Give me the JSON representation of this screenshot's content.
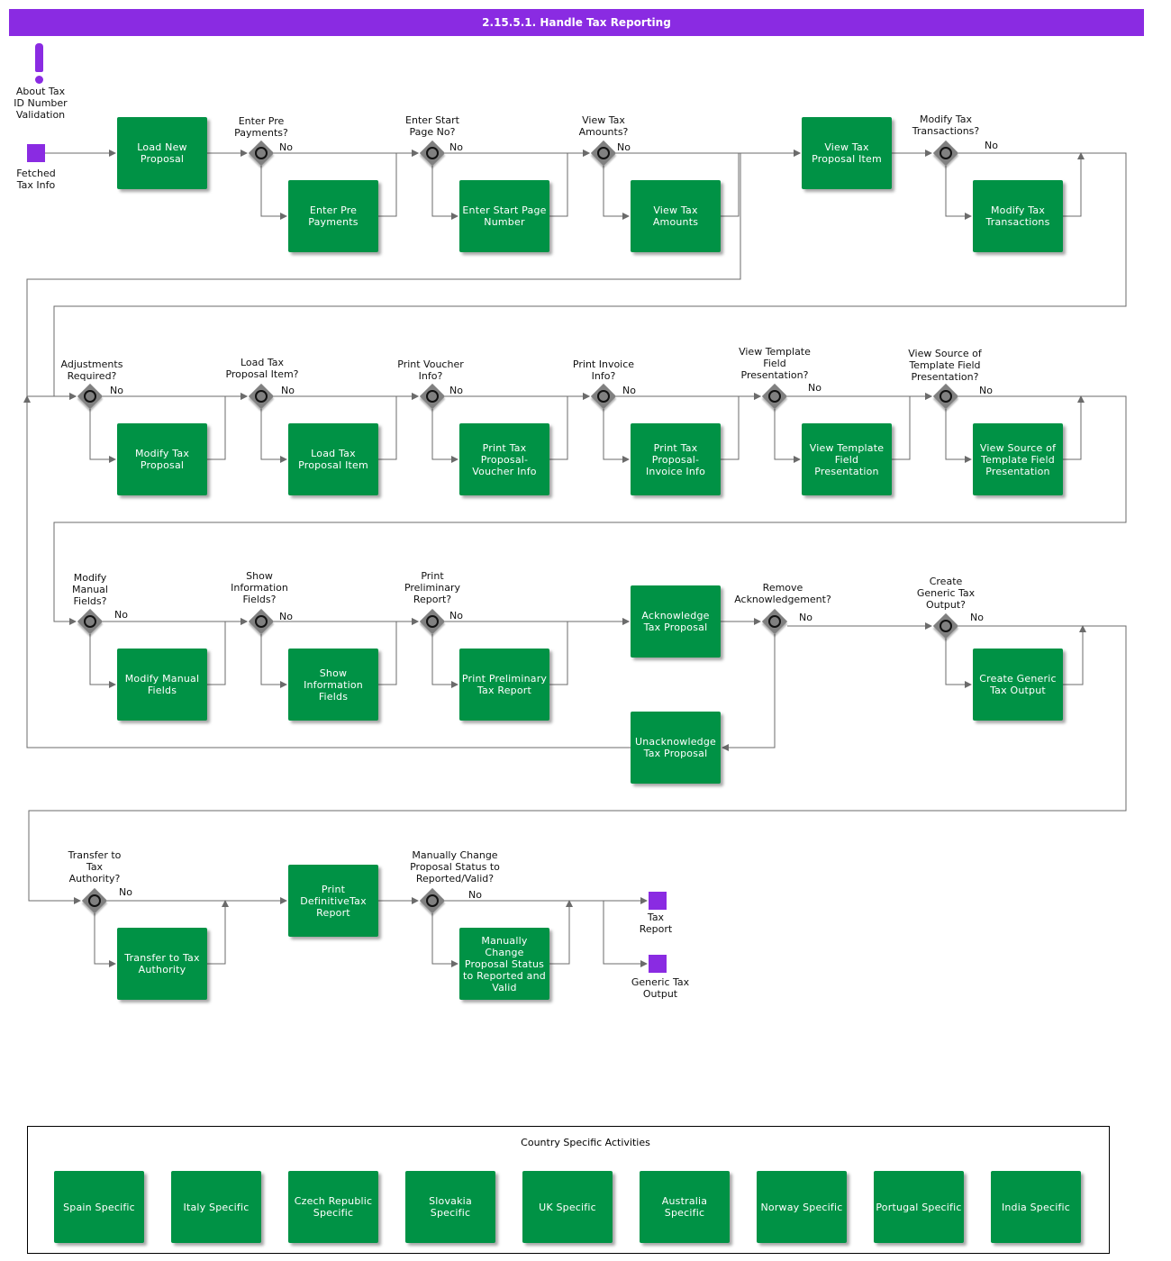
{
  "title": "2.15.5.1. Handle Tax Reporting",
  "colors": {
    "title_bar": "#8a2be2",
    "task": "#009245",
    "gateway": "#808080",
    "event": "#8a2be2",
    "connector": "#6b6b6b"
  },
  "annotation": {
    "label": "About Tax\nID Number\nValidation",
    "icon": "exclamation-icon"
  },
  "events": {
    "start": "Fetched\nTax Info",
    "end_tax_report": "Tax\nReport",
    "end_generic": "Generic Tax\nOutput"
  },
  "no_label": "No",
  "row1": {
    "load_new_proposal": "Load New\nProposal",
    "q_enter_pre_payments": "Enter Pre\nPayments?",
    "enter_pre_payments": "Enter Pre\nPayments",
    "q_enter_start_page": "Enter Start\nPage No?",
    "enter_start_page": "Enter Start Page\nNumber",
    "q_view_tax_amounts": "View Tax\nAmounts?",
    "view_tax_amounts": "View Tax\nAmounts",
    "view_tax_proposal_item": "View Tax\nProposal Item",
    "q_modify_tax_transactions": "Modify Tax\nTransactions?",
    "modify_tax_transactions": "Modify Tax\nTransactions"
  },
  "row2": {
    "q_adjustments": "Adjustments\nRequired?",
    "modify_tax_proposal": "Modify Tax\nProposal",
    "q_load_tax_proposal_item": "Load Tax\nProposal Item?",
    "load_tax_proposal_item": "Load Tax\nProposal Item",
    "q_print_voucher": "Print Voucher\nInfo?",
    "print_voucher": "Print Tax\nProposal-\nVoucher Info",
    "q_print_invoice": "Print Invoice\nInfo?",
    "print_invoice": "Print Tax\nProposal-\nInvoice Info",
    "q_view_template": "View Template\nField\nPresentation?",
    "view_template": "View Template\nField\nPresentation",
    "q_view_source": "View Source of\nTemplate Field\nPresentation?",
    "view_source": "View Source of\nTemplate Field\nPresentation"
  },
  "row3": {
    "q_modify_manual": "Modify\nManual\nFields?",
    "modify_manual": "Modify Manual\nFields",
    "q_show_info": "Show\nInformation\nFields?",
    "show_info": "Show\nInformation\nFields",
    "q_print_preliminary": "Print\nPreliminary\nReport?",
    "print_preliminary": "Print Preliminary\nTax Report",
    "acknowledge": "Acknowledge\nTax Proposal",
    "q_remove_ack": "Remove\nAcknowledgement?",
    "unacknowledge": "Unacknowledge\nTax Proposal",
    "q_create_generic": "Create\nGeneric Tax\nOutput?",
    "create_generic": "Create Generic\nTax Output"
  },
  "row4": {
    "q_transfer": "Transfer to\nTax\nAuthority?",
    "transfer": "Transfer to Tax\nAuthority",
    "print_definitive": "Print\nDefinitiveTax\nReport",
    "q_manually_change": "Manually Change\nProposal Status to\nReported/Valid?",
    "manually_change": "Manually\nChange\nProposal Status\nto Reported and\nValid"
  },
  "country_group": {
    "title": "Country Specific Activities",
    "items": [
      "Spain Specific",
      "Italy Specific",
      "Czech Republic\nSpecific",
      "Slovakia\nSpecific",
      "UK Specific",
      "Australia\nSpecific",
      "Norway Specific",
      "Portugal Specific",
      "India Specific"
    ]
  }
}
